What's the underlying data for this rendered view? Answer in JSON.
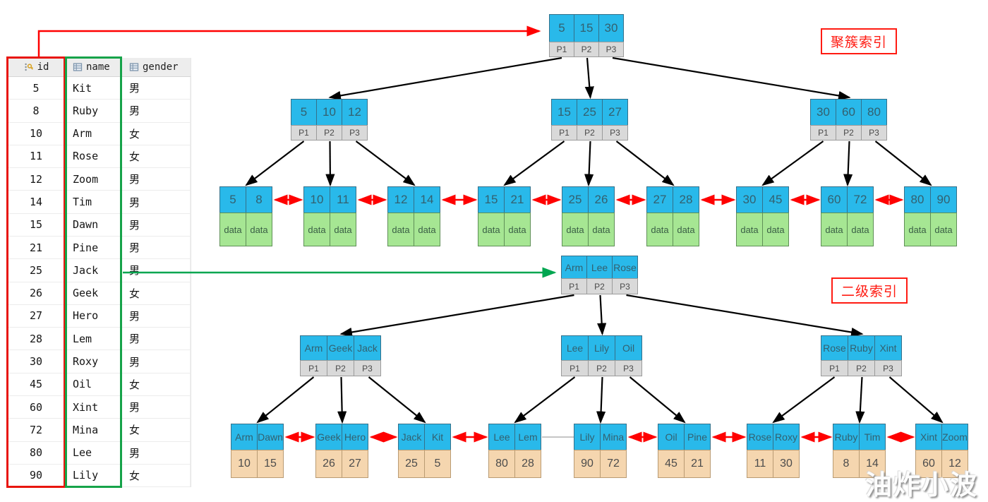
{
  "table": {
    "header": [
      {
        "label": "id",
        "icon": "key-icon"
      },
      {
        "label": "name",
        "icon": "table-icon"
      },
      {
        "label": "gender",
        "icon": "table-icon"
      }
    ],
    "rows": [
      [
        "5",
        "Kit",
        "男"
      ],
      [
        "8",
        "Ruby",
        "男"
      ],
      [
        "10",
        "Arm",
        "女"
      ],
      [
        "11",
        "Rose",
        "女"
      ],
      [
        "12",
        "Zoom",
        "男"
      ],
      [
        "14",
        "Tim",
        "男"
      ],
      [
        "15",
        "Dawn",
        "男"
      ],
      [
        "21",
        "Pine",
        "男"
      ],
      [
        "25",
        "Jack",
        "男"
      ],
      [
        "26",
        "Geek",
        "女"
      ],
      [
        "27",
        "Hero",
        "男"
      ],
      [
        "28",
        "Lem",
        "男"
      ],
      [
        "30",
        "Roxy",
        "男"
      ],
      [
        "45",
        "Oil",
        "女"
      ],
      [
        "60",
        "Xint",
        "男"
      ],
      [
        "72",
        "Mina",
        "女"
      ],
      [
        "80",
        "Lee",
        "男"
      ],
      [
        "90",
        "Lily",
        "女"
      ]
    ]
  },
  "clustered_index": {
    "label": "聚簇索引",
    "pointer_labels": [
      "P1",
      "P2",
      "P3"
    ],
    "root_keys": [
      "5",
      "15",
      "30"
    ],
    "internal_nodes": [
      [
        "5",
        "10",
        "12"
      ],
      [
        "15",
        "25",
        "27"
      ],
      [
        "30",
        "60",
        "80"
      ]
    ],
    "leaf_nodes": [
      {
        "keys": [
          "5",
          "8"
        ],
        "values": [
          "data",
          "data"
        ]
      },
      {
        "keys": [
          "10",
          "11"
        ],
        "values": [
          "data",
          "data"
        ]
      },
      {
        "keys": [
          "12",
          "14"
        ],
        "values": [
          "data",
          "data"
        ]
      },
      {
        "keys": [
          "15",
          "21"
        ],
        "values": [
          "data",
          "data"
        ]
      },
      {
        "keys": [
          "25",
          "26"
        ],
        "values": [
          "data",
          "data"
        ]
      },
      {
        "keys": [
          "27",
          "28"
        ],
        "values": [
          "data",
          "data"
        ]
      },
      {
        "keys": [
          "30",
          "45"
        ],
        "values": [
          "data",
          "data"
        ]
      },
      {
        "keys": [
          "60",
          "72"
        ],
        "values": [
          "data",
          "data"
        ]
      },
      {
        "keys": [
          "80",
          "90"
        ],
        "values": [
          "data",
          "data"
        ]
      }
    ]
  },
  "secondary_index": {
    "label": "二级索引",
    "pointer_labels": [
      "P1",
      "P2",
      "P3"
    ],
    "root_keys": [
      "Arm",
      "Lee",
      "Rose"
    ],
    "internal_nodes": [
      [
        "Arm",
        "Geek",
        "Jack"
      ],
      [
        "Lee",
        "Lily",
        "Oil"
      ],
      [
        "Rose",
        "Ruby",
        "Xint"
      ]
    ],
    "leaf_nodes": [
      {
        "keys": [
          "Arm",
          "Dawn"
        ],
        "values": [
          "10",
          "15"
        ]
      },
      {
        "keys": [
          "Geek",
          "Hero"
        ],
        "values": [
          "26",
          "27"
        ]
      },
      {
        "keys": [
          "Jack",
          "Kit"
        ],
        "values": [
          "25",
          "5"
        ]
      },
      {
        "keys": [
          "Lee",
          "Lem"
        ],
        "values": [
          "80",
          "28"
        ]
      },
      {
        "keys": [
          "Lily",
          "Mina"
        ],
        "values": [
          "90",
          "72"
        ]
      },
      {
        "keys": [
          "Oil",
          "Pine"
        ],
        "values": [
          "45",
          "21"
        ]
      },
      {
        "keys": [
          "Rose",
          "Roxy"
        ],
        "values": [
          "11",
          "30"
        ]
      },
      {
        "keys": [
          "Ruby",
          "Tim"
        ],
        "values": [
          "8",
          "14"
        ]
      },
      {
        "keys": [
          "Xint",
          "Zoom"
        ],
        "values": [
          "60",
          "12"
        ]
      }
    ]
  },
  "watermark": "油炸小波",
  "colors": {
    "node_blue": "#29b9ea",
    "pointer_gray": "#d9d9d9",
    "data_green": "#a6e693",
    "id_tan": "#f5d6af",
    "arrow_black": "#000000",
    "arrow_red": "#ff0000",
    "arrow_green": "#00a650",
    "outline_red": "#e8150d",
    "outline_green": "#16a349",
    "label_red": "#ff1b12"
  }
}
